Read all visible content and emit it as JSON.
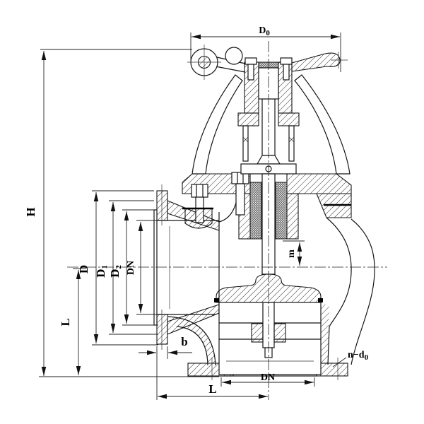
{
  "drawing": {
    "kind": "engineering-cross-section",
    "subject": "angle globe valve with handwheel",
    "background": "#ffffff",
    "ink": "#141414"
  },
  "dims": {
    "H": {
      "text": "H"
    },
    "D0": {
      "main": "D",
      "sub": "0"
    },
    "D": {
      "text": "D"
    },
    "D1": {
      "main": "D",
      "sub": "1"
    },
    "D2": {
      "main": "D",
      "sub": "2"
    },
    "DN_side": {
      "text": "DN"
    },
    "L_side": {
      "text": "L"
    },
    "b": {
      "text": "b"
    },
    "m": {
      "text": "m"
    },
    "DN_bottom": {
      "text": "DN"
    },
    "L_bottom": {
      "text": "L"
    },
    "n_d0": {
      "main": "n−d",
      "sub": "0"
    }
  }
}
